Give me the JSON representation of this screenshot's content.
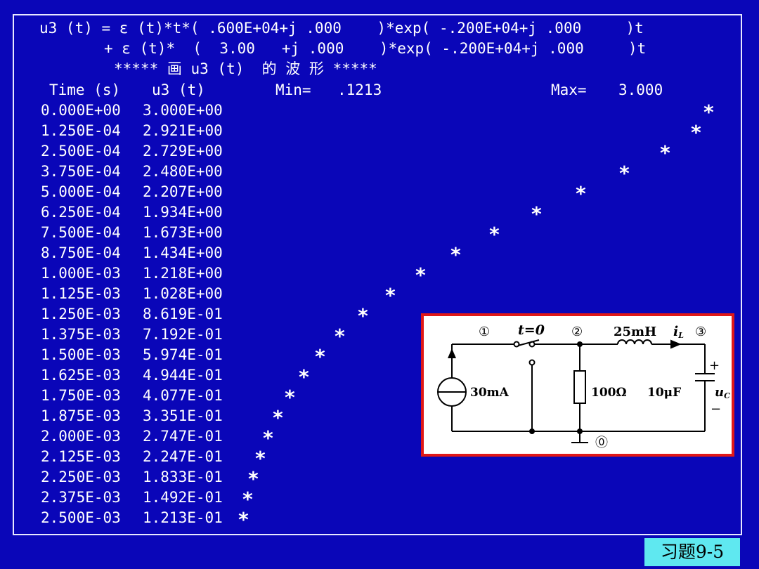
{
  "header": {
    "line1": "u3 (t) = ε (t)*t*( .600E+04+j .000    )*exp( -.200E+04+j .000     )t",
    "line2": "+ ε (t)*  (  3.00   +j .000    )*exp( -.200E+04+j .000     )t",
    "title": "***** 画 u3 (t)  的 波 形 *****"
  },
  "columns": {
    "time": "Time (s)",
    "value": "u3 (t)",
    "min_label": "Min=",
    "min_value": ".1213",
    "max_label": "Max=",
    "max_value": "3.000"
  },
  "plot_glyph": "*",
  "chart_data": {
    "type": "scatter",
    "min": 0.1213,
    "max": 3.0,
    "rows": [
      {
        "t": "0.000E+00",
        "v": "3.000E+00",
        "value": 3.0
      },
      {
        "t": "1.250E-04",
        "v": "2.921E+00",
        "value": 2.921
      },
      {
        "t": "2.500E-04",
        "v": "2.729E+00",
        "value": 2.729
      },
      {
        "t": "3.750E-04",
        "v": "2.480E+00",
        "value": 2.48
      },
      {
        "t": "5.000E-04",
        "v": "2.207E+00",
        "value": 2.207
      },
      {
        "t": "6.250E-04",
        "v": "1.934E+00",
        "value": 1.934
      },
      {
        "t": "7.500E-04",
        "v": "1.673E+00",
        "value": 1.673
      },
      {
        "t": "8.750E-04",
        "v": "1.434E+00",
        "value": 1.434
      },
      {
        "t": "1.000E-03",
        "v": "1.218E+00",
        "value": 1.218
      },
      {
        "t": "1.125E-03",
        "v": "1.028E+00",
        "value": 1.028
      },
      {
        "t": "1.250E-03",
        "v": "8.619E-01",
        "value": 0.8619
      },
      {
        "t": "1.375E-03",
        "v": "7.192E-01",
        "value": 0.7192
      },
      {
        "t": "1.500E-03",
        "v": "5.974E-01",
        "value": 0.5974
      },
      {
        "t": "1.625E-03",
        "v": "4.944E-01",
        "value": 0.4944
      },
      {
        "t": "1.750E-03",
        "v": "4.077E-01",
        "value": 0.4077
      },
      {
        "t": "1.875E-03",
        "v": "3.351E-01",
        "value": 0.3351
      },
      {
        "t": "2.000E-03",
        "v": "2.747E-01",
        "value": 0.2747
      },
      {
        "t": "2.125E-03",
        "v": "2.247E-01",
        "value": 0.2247
      },
      {
        "t": "2.250E-03",
        "v": "1.833E-01",
        "value": 0.1833
      },
      {
        "t": "2.375E-03",
        "v": "1.492E-01",
        "value": 0.1492
      },
      {
        "t": "2.500E-03",
        "v": "1.213E-01",
        "value": 0.1213
      }
    ]
  },
  "circuit": {
    "node1": "①",
    "switch": "t=0",
    "node2": "②",
    "inductor": "25mH",
    "current": "i",
    "current_sub": "L",
    "node3": "③",
    "source": "30mA",
    "resistor": "100Ω",
    "capacitor": "10μF",
    "plus": "+",
    "voltage": "u",
    "voltage_sub": "C",
    "minus": "−",
    "node0": "⓪"
  },
  "exercise": {
    "label": "习题9-5"
  },
  "colors": {
    "background": "#0a06b8",
    "frame": "#e8e8ff",
    "circuit_border": "#e01818",
    "tag": "#5fe8f0"
  }
}
